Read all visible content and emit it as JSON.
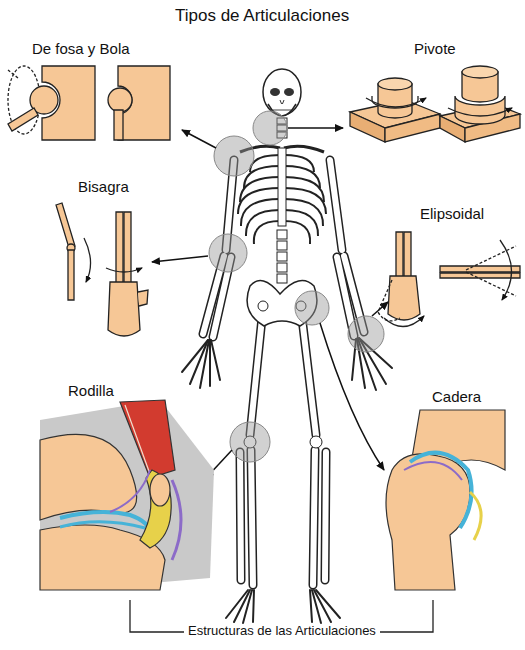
{
  "diagram": {
    "title": "Tipos de Articulaciones",
    "labels": [
      "De fosa y Bola",
      "Pivote",
      "Bisagra",
      "Elipsoidal",
      "Rodilla",
      "Cadera",
      "Estructuras de las Articulaciones"
    ]
  }
}
